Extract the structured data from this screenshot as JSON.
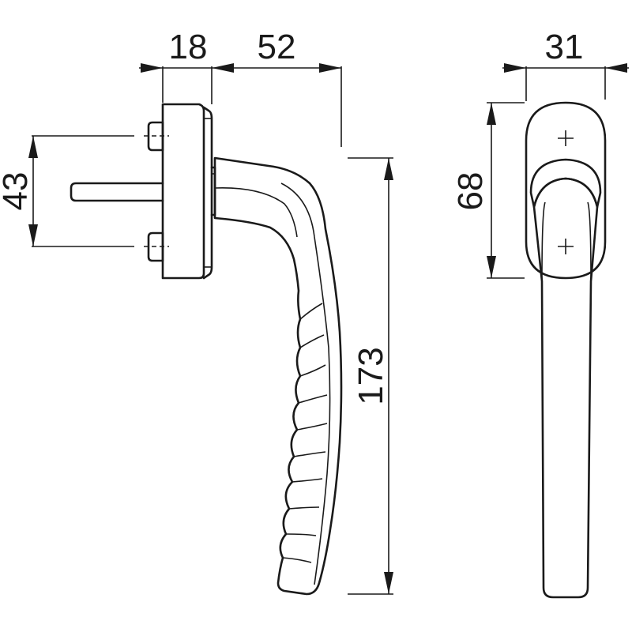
{
  "drawing": {
    "dimensions": {
      "rosette_depth": "18",
      "handle_projection": "52",
      "screw_spacing": "43",
      "handle_length": "173",
      "rosette_width": "31",
      "rosette_height": "68"
    },
    "colors": {
      "line": "#1a1a1a",
      "background": "#ffffff"
    }
  }
}
